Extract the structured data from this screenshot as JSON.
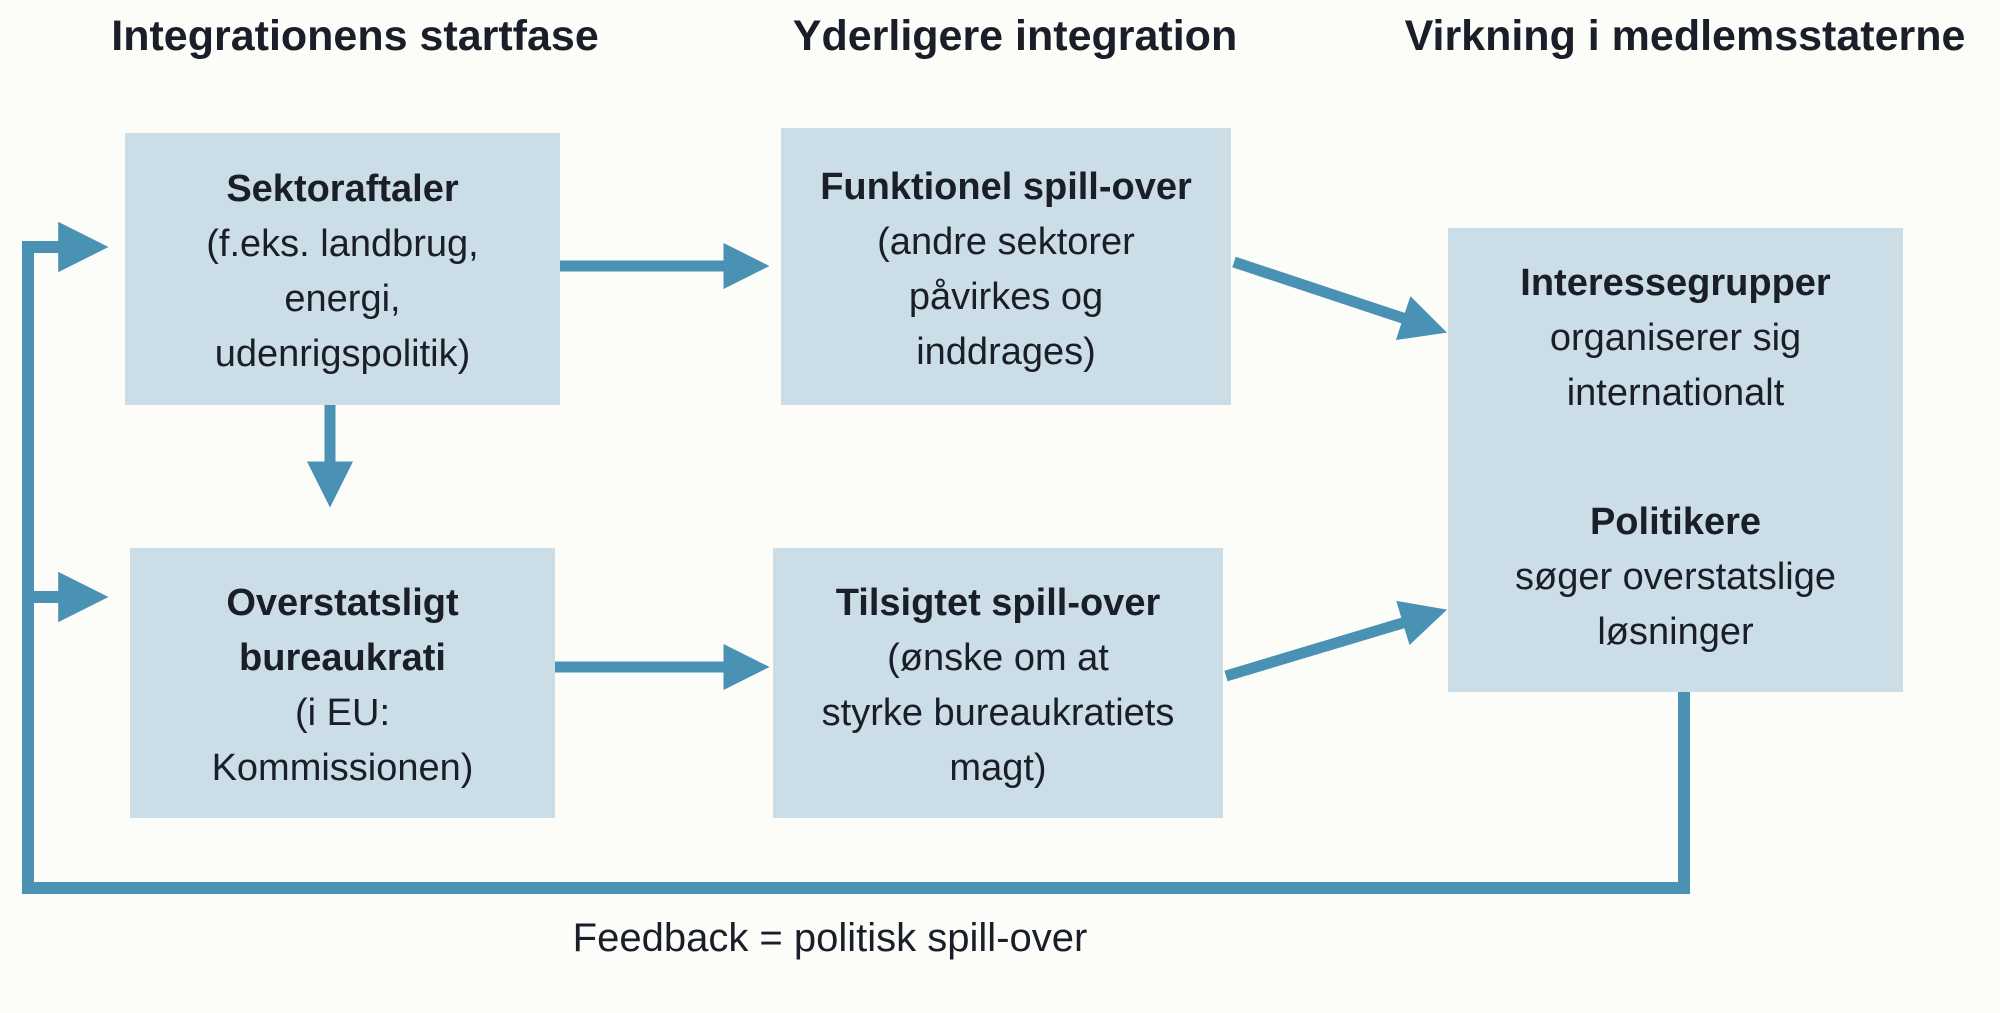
{
  "colors": {
    "background": "#fcfcf9",
    "box_fill": "#cbdde6",
    "arrow": "#4a92b4",
    "text": "#1a1e28"
  },
  "headers": {
    "col1": "Integrationens startfase",
    "col2": "Yderligere integration",
    "col3": "Virkning i medlemsstaterne"
  },
  "boxes": {
    "sektoraftaler": {
      "title": "Sektoraftaler",
      "line1": "(f.eks. landbrug,",
      "line2": "energi,",
      "line3": "udenrigspolitik)"
    },
    "funktionel": {
      "title": "Funktionel spill-over",
      "line1": "(andre sektorer",
      "line2": "påvirkes og",
      "line3": "inddrages)"
    },
    "interessegrupper": {
      "title": "Interessegrupper",
      "line1": "organiserer sig",
      "line2": "internationalt"
    },
    "politikere": {
      "title": "Politikere",
      "line1": "søger overstatslige",
      "line2": "løsninger"
    },
    "overstatsligt": {
      "title1": "Overstatsligt",
      "title2": "bureaukrati",
      "line1": "(i EU:",
      "line2": "Kommissionen)"
    },
    "tilsigtet": {
      "title": "Tilsigtet spill-over",
      "line1": "(ønske om at",
      "line2": "styrke bureaukratiets",
      "line3": "magt)"
    }
  },
  "caption": "Feedback = politisk spill-over",
  "connections": [
    {
      "from": "Sektoraftaler",
      "to": "Funktionel spill-over",
      "type": "arrow-right"
    },
    {
      "from": "Sektoraftaler",
      "to": "Overstatsligt bureaukrati",
      "type": "arrow-down"
    },
    {
      "from": "Overstatsligt bureaukrati",
      "to": "Tilsigtet spill-over",
      "type": "arrow-right"
    },
    {
      "from": "Funktionel spill-over",
      "to": "Interessegrupper/Politikere",
      "type": "arrow-diagonal-down"
    },
    {
      "from": "Tilsigtet spill-over",
      "to": "Interessegrupper/Politikere",
      "type": "arrow-diagonal-up"
    },
    {
      "from": "Interessegrupper/Politikere",
      "to": "Sektoraftaler",
      "type": "feedback-loop"
    },
    {
      "from": "Interessegrupper/Politikere",
      "to": "Overstatsligt bureaukrati",
      "type": "feedback-branch"
    }
  ]
}
